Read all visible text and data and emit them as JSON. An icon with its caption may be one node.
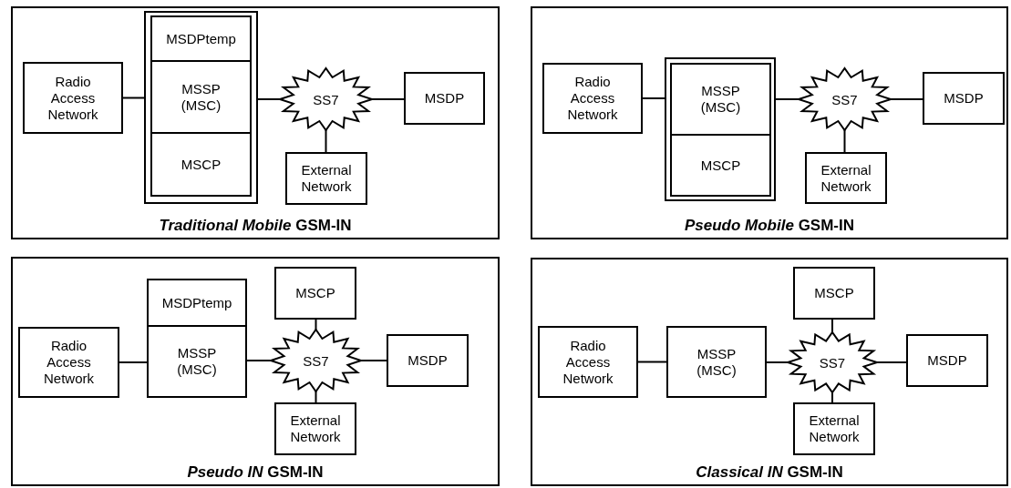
{
  "diagram": {
    "nodes": [
      {
        "text": [
          "*Traditional Mobile* GSM-IN"
        ]
      },
      {
        "text": [
          "Radio Access Network"
        ],
        "in": 0
      },
      {
        "text": [],
        "shape": "box",
        "in": 0
      },
      {
        "text": [
          "MSDPtemp"
        ],
        "in": 2
      },
      {
        "text": [
          "MSSP (MSC)"
        ],
        "in": 2
      },
      {
        "text": [
          "MSCP"
        ],
        "in": 2
      },
      {
        "text": [
          "SS7"
        ],
        "in": 0
      },
      {
        "text": [
          "MSDP"
        ],
        "in": 0
      },
      {
        "text": [
          "External Network"
        ],
        "in": 0
      },
      {
        "text": [
          "*Pseudo Mobile* GSM-IN"
        ]
      },
      {
        "text": [
          "Radio Access Network"
        ],
        "in": 9
      },
      {
        "text": [],
        "shape": "box",
        "in": 9
      },
      {
        "text": [
          "MSSP (MSC)"
        ],
        "in": 11
      },
      {
        "text": [
          "MSCP"
        ],
        "in": 11
      },
      {
        "text": [
          "SS7"
        ],
        "in": 9
      },
      {
        "text": [
          "MSDP"
        ],
        "in": 9
      },
      {
        "text": [
          "External Network"
        ],
        "in": 9
      },
      {
        "text": [
          "*Pseudo IN* GSM-IN"
        ]
      },
      {
        "text": [
          "Radio Access Network"
        ],
        "in": 17
      },
      {
        "text": [
          "MSDPtemp"
        ],
        "in": 17
      },
      {
        "text": [
          "MSSP (MSC)"
        ],
        "in": 17
      },
      {
        "text": [
          "MSCP"
        ],
        "in": 17
      },
      {
        "text": [
          "SS7"
        ],
        "in": 17
      },
      {
        "text": [
          "MSDP"
        ],
        "in": 17
      },
      {
        "text": [
          "External Network"
        ],
        "in": 17
      },
      {
        "text": [
          "*Classical IN* GSM-IN"
        ]
      },
      {
        "text": [
          "Radio Access Network"
        ],
        "in": 25
      },
      {
        "text": [
          "MSSP (MSC)"
        ],
        "in": 25
      },
      {
        "text": [
          "MSCP"
        ],
        "in": 25
      },
      {
        "text": [
          "SS7"
        ],
        "in": 25
      },
      {
        "text": [
          "MSDP"
        ],
        "in": 25
      },
      {
        "text": [
          "External Network"
        ],
        "in": 25
      }
    ],
    "edges": [
      {
        "from": 1,
        "to": 2,
        "arrow": "none"
      },
      {
        "from": 2,
        "to": 6,
        "arrow": "none"
      },
      {
        "from": 6,
        "to": 7,
        "arrow": "none"
      },
      {
        "from": 6,
        "to": 8,
        "arrow": "none"
      },
      {
        "from": 10,
        "to": 11,
        "arrow": "none"
      },
      {
        "from": 11,
        "to": 14,
        "arrow": "none"
      },
      {
        "from": 14,
        "to": 15,
        "arrow": "none"
      },
      {
        "from": 14,
        "to": 16,
        "arrow": "none"
      },
      {
        "from": 18,
        "to": 20,
        "arrow": "none"
      },
      {
        "from": 20,
        "to": 22,
        "arrow": "none"
      },
      {
        "from": 21,
        "to": 22,
        "arrow": "none"
      },
      {
        "from": 22,
        "to": 23,
        "arrow": "none"
      },
      {
        "from": 22,
        "to": 24,
        "arrow": "none"
      },
      {
        "from": 26,
        "to": 27,
        "arrow": "none"
      },
      {
        "from": 27,
        "to": 29,
        "arrow": "none"
      },
      {
        "from": 28,
        "to": 29,
        "arrow": "none"
      },
      {
        "from": 29,
        "to": 30,
        "arrow": "none"
      },
      {
        "from": 29,
        "to": 31,
        "arrow": "none"
      }
    ]
  }
}
